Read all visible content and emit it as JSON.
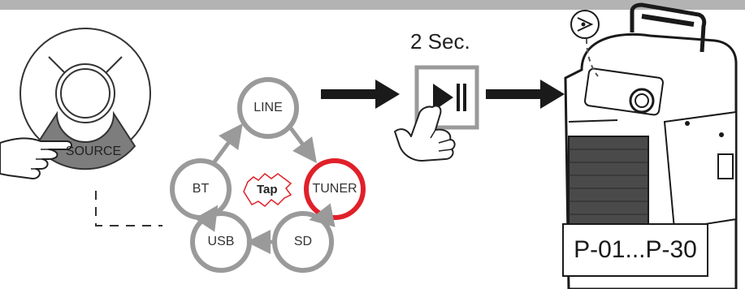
{
  "selector": {
    "source_label": "SOURCE"
  },
  "cycle": {
    "nodes": [
      {
        "label": "LINE",
        "highlighted": false
      },
      {
        "label": "TUNER",
        "highlighted": true
      },
      {
        "label": "SD",
        "highlighted": false
      },
      {
        "label": "USB",
        "highlighted": false
      },
      {
        "label": "BT",
        "highlighted": false
      }
    ],
    "tap_label": "Tap",
    "highlight_color": "#e0202a",
    "node_color": "#9a9a9a"
  },
  "play_pause": {
    "duration_label": "2 Sec."
  },
  "display": {
    "text": "P-01...P-30"
  },
  "icons": [
    "hand-icon",
    "play-pause-icon",
    "eye-icon",
    "speaker-device-icon"
  ]
}
